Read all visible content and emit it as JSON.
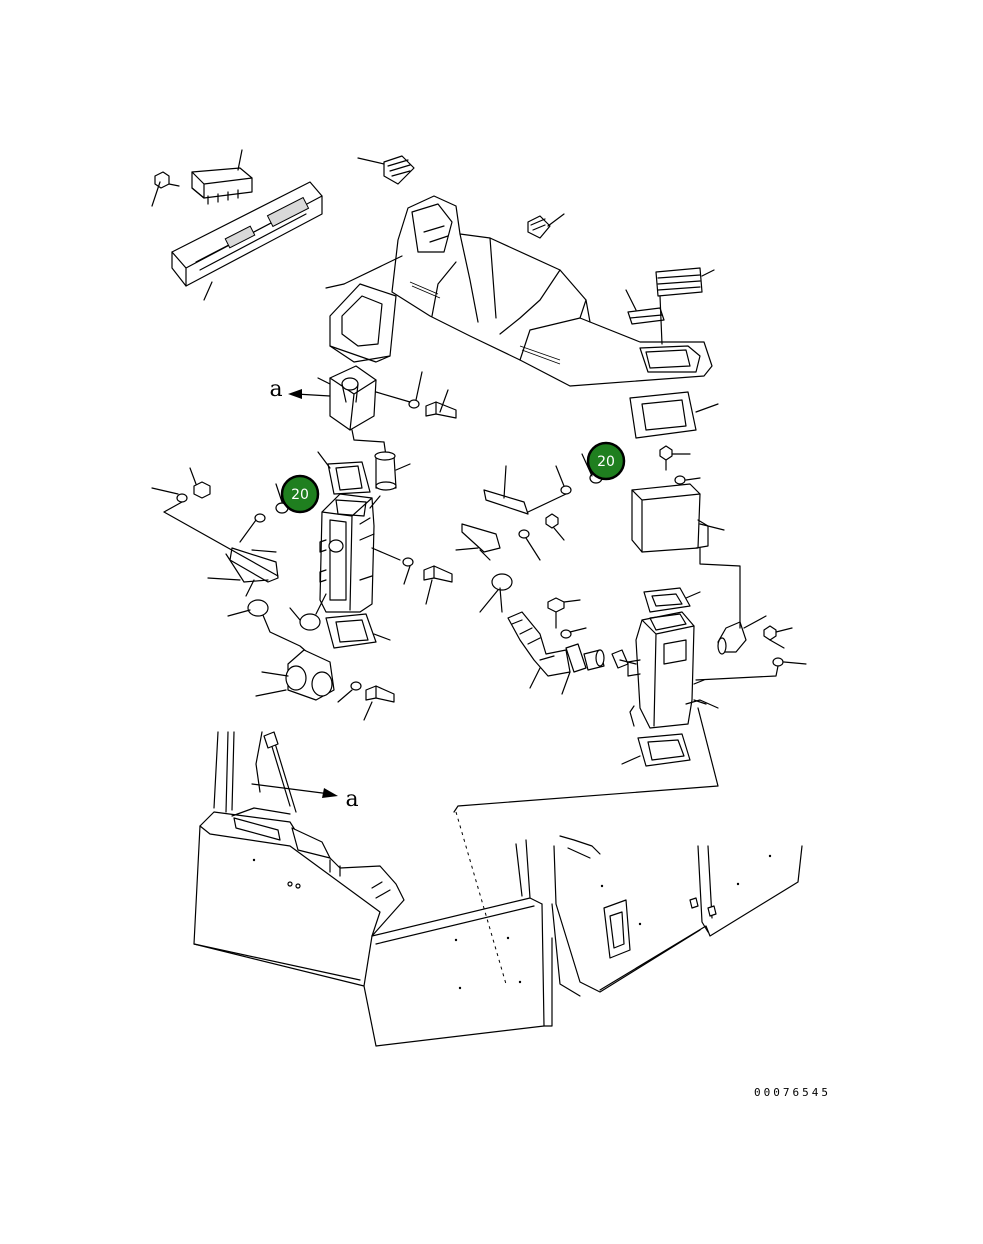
{
  "diagram": {
    "callouts": [
      {
        "id": "callout-left",
        "label": "20"
      },
      {
        "id": "callout-right",
        "label": "20"
      }
    ],
    "view_refs": [
      {
        "id": "view-ref-top",
        "label": "a"
      },
      {
        "id": "view-ref-bottom",
        "label": "a"
      }
    ],
    "drawing_number": "00076545"
  },
  "colors": {
    "callout_fill": "#1f7f1f",
    "callout_text": "#ffffff",
    "line": "#000000",
    "background": "#ffffff"
  }
}
